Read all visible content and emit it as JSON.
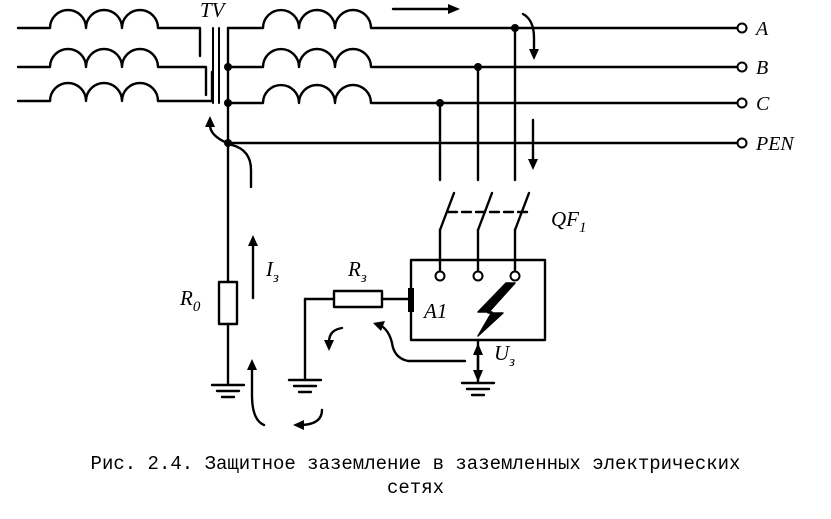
{
  "labels": {
    "transformer": "TV",
    "phase_a": "A",
    "phase_b": "B",
    "phase_c": "C",
    "pen": "PEN",
    "breaker_main": "QF",
    "breaker_sub": "1",
    "neutral_resistor_main": "R",
    "neutral_resistor_sub": "0",
    "fault_current_main": "I",
    "fault_current_sub": "з",
    "ground_resistor_main": "R",
    "ground_resistor_sub": "з",
    "equipment": "A1",
    "touch_voltage_main": "U",
    "touch_voltage_sub": "з"
  },
  "caption": {
    "line1": "Рис. 2.4. Защитное заземление в заземленных электрических",
    "line2": "сетях"
  }
}
